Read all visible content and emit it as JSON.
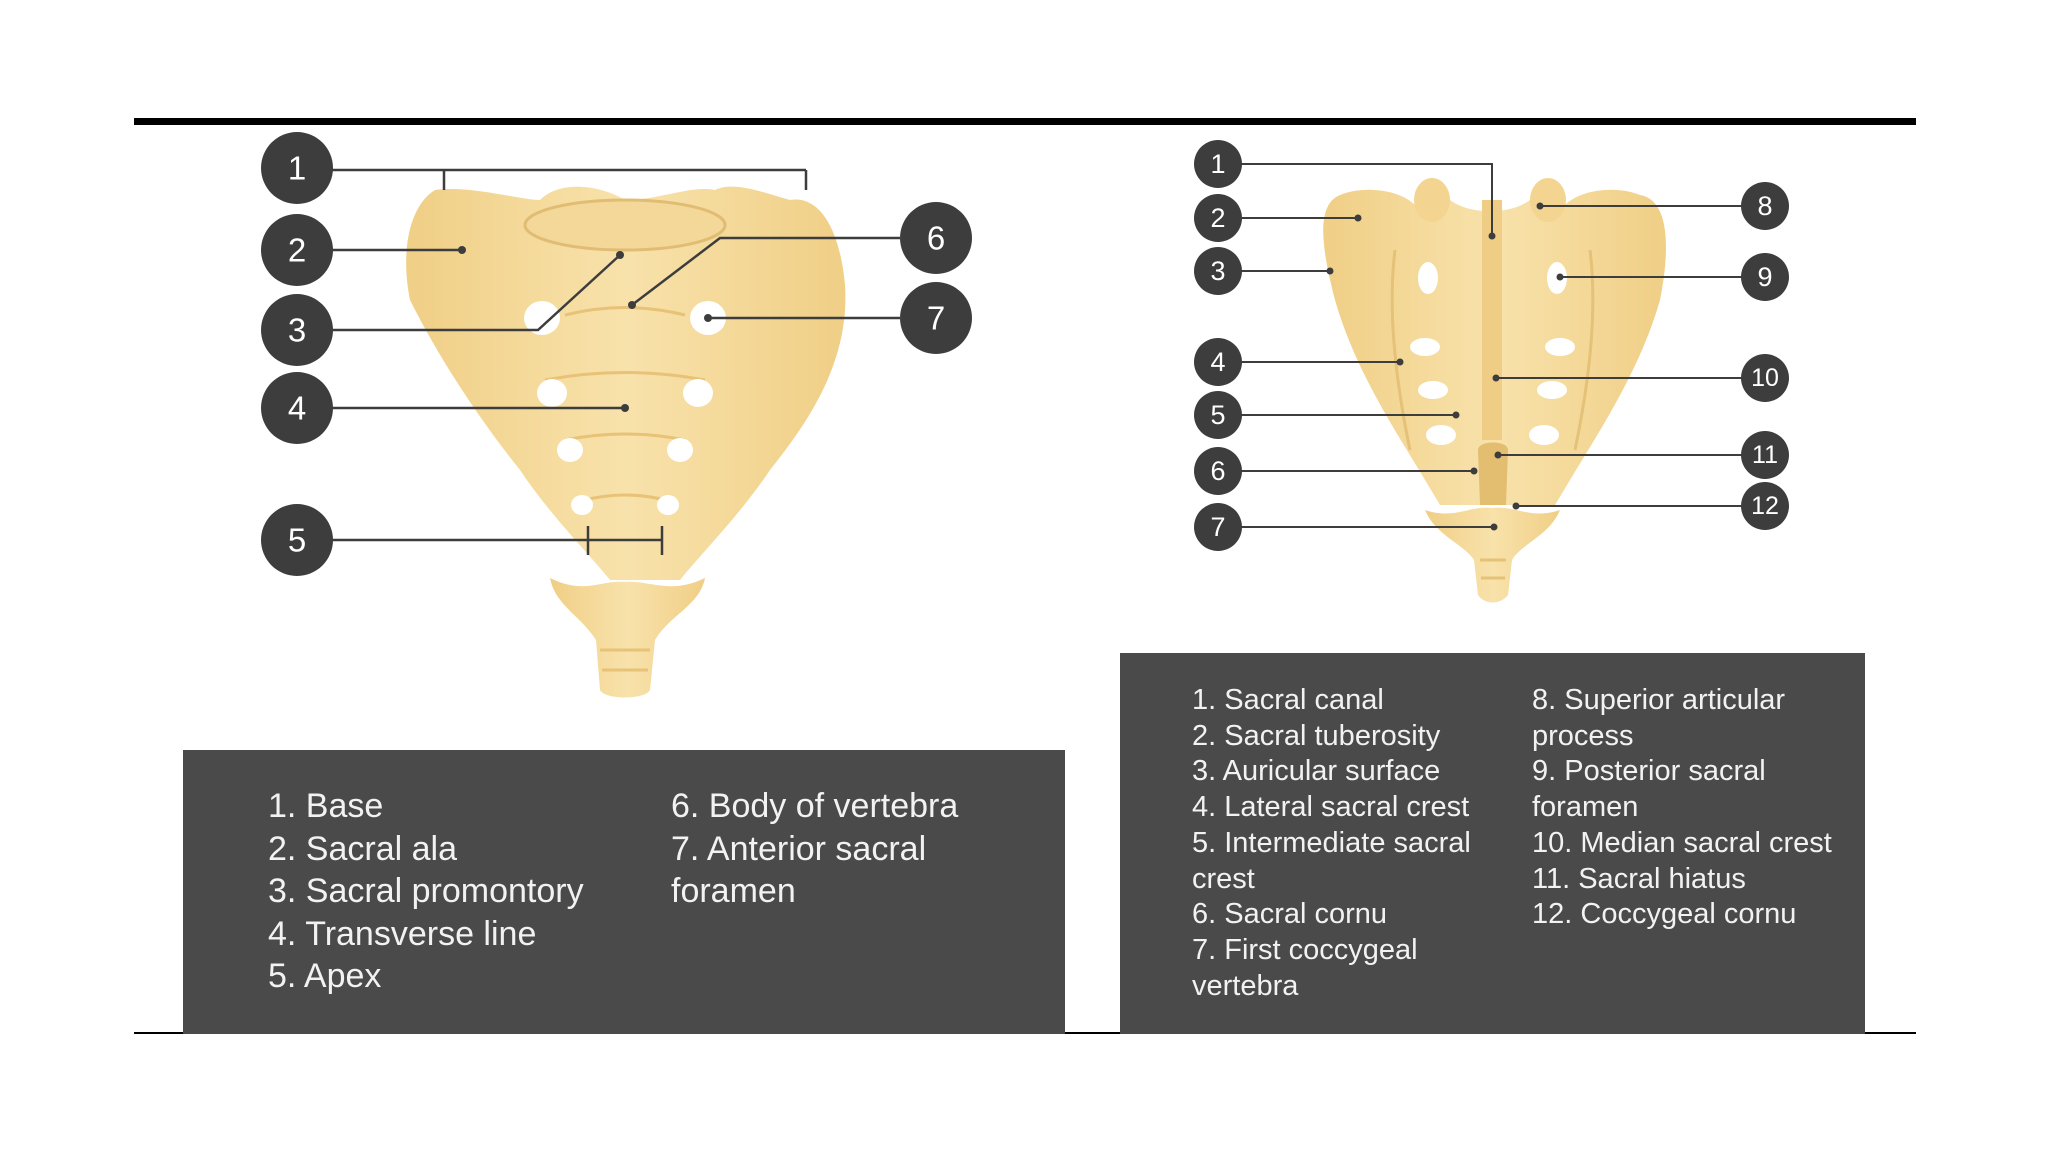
{
  "anterior_view": {
    "markers": [
      "1",
      "2",
      "3",
      "4",
      "5",
      "6",
      "7"
    ],
    "legend": [
      "1. Base",
      "2. Sacral ala",
      "3. Sacral promontory",
      "4. Transverse line",
      "5. Apex",
      "6. Body of vertebra",
      "7. Anterior sacral foramen"
    ]
  },
  "posterior_view": {
    "markers": [
      "1",
      "2",
      "3",
      "4",
      "5",
      "6",
      "7",
      "8",
      "9",
      "10",
      "11",
      "12"
    ],
    "legend": [
      "1. Sacral canal",
      "2. Sacral tuberosity",
      "3. Auricular surface",
      "4. Lateral sacral crest",
      "5. Intermediate sacral crest",
      "6. Sacral cornu",
      "7. First coccygeal vertebra",
      "8. Superior articular process",
      "9. Posterior sacral foramen",
      "10. Median sacral crest",
      "11. Sacral hiatus",
      "12. Coccygeal cornu"
    ]
  },
  "colors": {
    "bone": "#f6dca0",
    "bone_shadow": "#e8c47a",
    "marker": "#3d3d3d",
    "legend_bg": "#4a4a4a"
  }
}
